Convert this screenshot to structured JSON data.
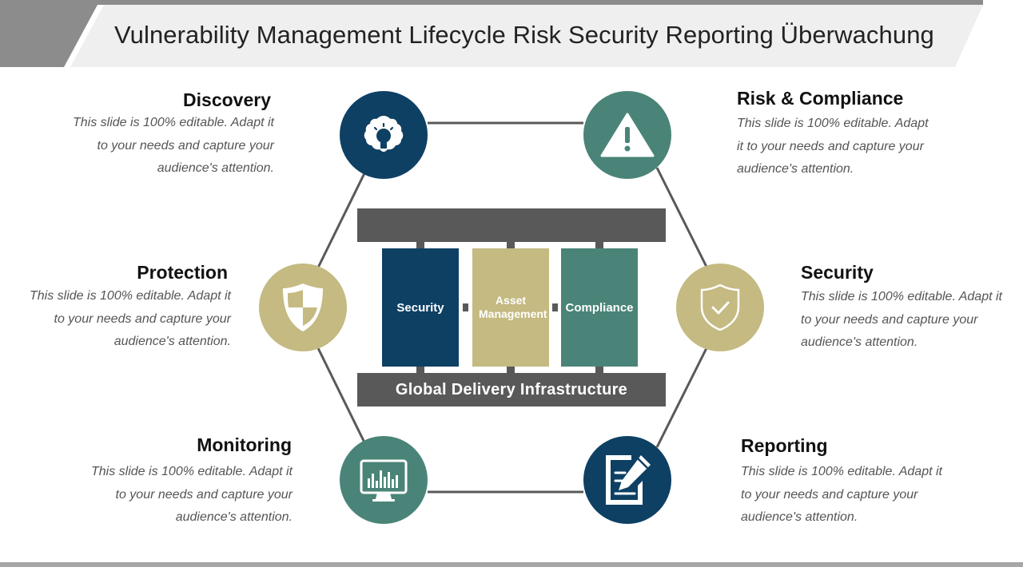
{
  "title": "Vulnerability Management Lifecycle Risk Security Reporting Überwachung",
  "colors": {
    "navy": "#0e4064",
    "teal": "#4a8478",
    "khaki": "#c4ba82",
    "dark_gray": "#595959"
  },
  "nodes": [
    {
      "id": "discovery",
      "heading": "Discovery",
      "description": "This slide is 100% editable. Adapt it to your needs and capture your audience's attention.",
      "icon": "brain-lightbulb-icon",
      "color": "navy"
    },
    {
      "id": "risk_compliance",
      "heading": "Risk & Compliance",
      "description": "This slide is 100% editable. Adapt it to your needs and capture your audience's attention.",
      "icon": "warning-icon",
      "color": "teal"
    },
    {
      "id": "protection",
      "heading": "Protection",
      "description": "This slide is 100% editable. Adapt it to your needs and capture your audience's attention.",
      "icon": "shield-quadrant-icon",
      "color": "khaki"
    },
    {
      "id": "security",
      "heading": "Security",
      "description": "This slide is 100% editable. Adapt it to your needs and capture your audience's attention.",
      "icon": "shield-check-icon",
      "color": "khaki"
    },
    {
      "id": "monitoring",
      "heading": "Monitoring",
      "description": "This slide is 100% editable. Adapt it to your needs and capture your audience's attention.",
      "icon": "monitor-chart-icon",
      "color": "teal"
    },
    {
      "id": "reporting",
      "heading": "Reporting",
      "description": "This slide is 100% editable. Adapt it to your needs and capture your audience's attention.",
      "icon": "report-pen-icon",
      "color": "navy"
    }
  ],
  "center": {
    "pillars": [
      "Security",
      "Asset Management",
      "Compliance"
    ],
    "base": "Global Delivery Infrastructure"
  }
}
